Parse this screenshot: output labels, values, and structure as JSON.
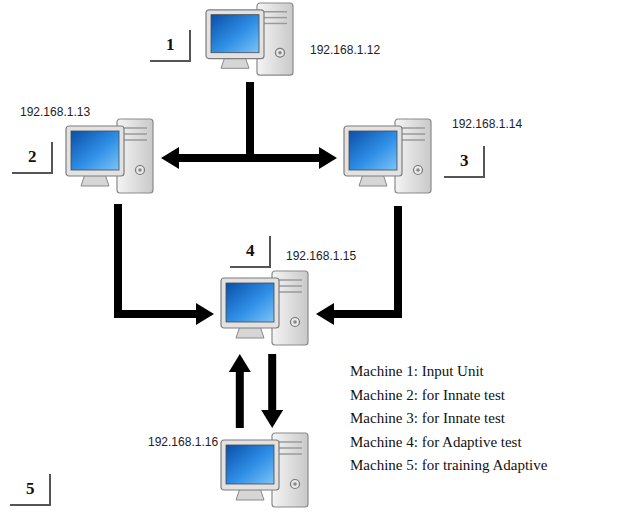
{
  "diagram": {
    "nodes": [
      {
        "text": [
          "1",
          "192.168.1.12"
        ]
      },
      {
        "text": [
          "2",
          "192.168.1.13"
        ]
      },
      {
        "text": [
          "3",
          "192.168.1.14"
        ]
      },
      {
        "text": [
          "4",
          "192.168.1.15"
        ]
      },
      {
        "text": [
          "5",
          "192.168.1.16"
        ]
      }
    ],
    "edges": [
      {
        "from": 0,
        "to": 1,
        "arrow": "to"
      },
      {
        "from": 0,
        "to": 2,
        "arrow": "to"
      },
      {
        "from": 1,
        "to": 3,
        "arrow": "to"
      },
      {
        "from": 2,
        "to": 3,
        "arrow": "to"
      },
      {
        "from": 3,
        "to": 4,
        "arrow": "to"
      },
      {
        "from": 4,
        "to": 3,
        "arrow": "to"
      }
    ],
    "labels": [
      "Machine 1: Input Unit",
      "Machine 2: for Innate test",
      "Machine 3: for Innate test",
      "Machine 4: for Adaptive test",
      "Machine 5: for training Adaptive"
    ]
  }
}
